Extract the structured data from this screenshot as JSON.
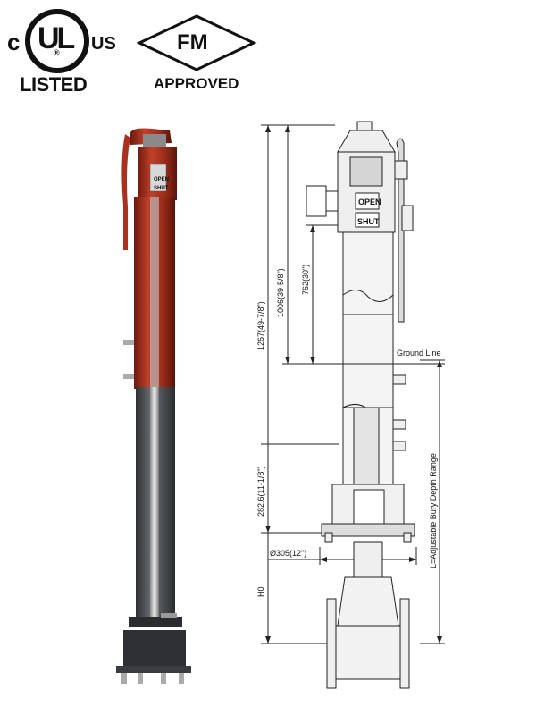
{
  "badges": {
    "ul": {
      "c": "c",
      "mark": "UL",
      "registered": "®",
      "us": "US",
      "listed": "LISTED"
    },
    "fm": {
      "mark": "FM",
      "approved": "APPROVED"
    }
  },
  "photo": {
    "valve_labels": [
      "OPEN",
      "SHUT"
    ]
  },
  "drawing": {
    "valve_labels": [
      "OPEN",
      "SHUT"
    ],
    "ground_line": "Ground Line",
    "dimensions": {
      "overall_height": "1267(49-7/8\")",
      "height_above_ground": "1006(39-5/8\")",
      "height_762": "762(30\")",
      "lower_section": "282.6(11-1/8\")",
      "flange_diameter": "Ø305(12\")",
      "h0": "H0",
      "bury_depth": "L=Adjustable Bury Depth Range"
    }
  },
  "colors": {
    "red": "#a8321f",
    "red_dark": "#7a2012",
    "grey_pipe": "#5c5f63",
    "grey_dark": "#34373a",
    "line": "#222222"
  }
}
